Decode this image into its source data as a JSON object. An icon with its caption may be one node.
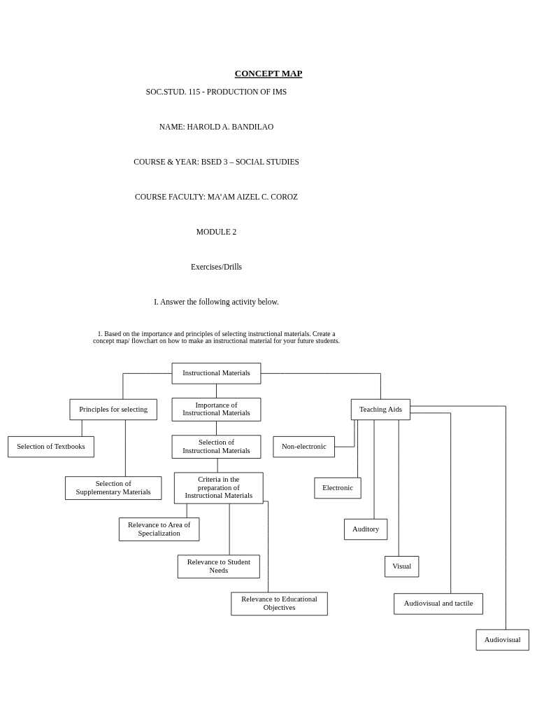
{
  "diagram": {
    "title": "CONCEPT MAP",
    "nodes": [
      {
        "text": [
          "Instructional Materials"
        ]
      },
      {
        "text": [
          "Principles for selecting"
        ]
      },
      {
        "text": [
          "Importance of Instructional Materials"
        ]
      },
      {
        "text": [
          "Teaching Aids"
        ]
      },
      {
        "text": [
          "Selection of Textbooks"
        ]
      },
      {
        "text": [
          "Selection of Supplementary Materials"
        ]
      },
      {
        "text": [
          "Selection of Instructional Materials"
        ]
      },
      {
        "text": [
          "Criteria in the preparation of Instructional Materials"
        ]
      },
      {
        "text": [
          "Relevance to Area of Specialization"
        ]
      },
      {
        "text": [
          "Relevance to Student Needs"
        ]
      },
      {
        "text": [
          "Relevance to Educational Objectives"
        ]
      },
      {
        "text": [
          "Non-electronic"
        ]
      },
      {
        "text": [
          "Electronic"
        ]
      },
      {
        "text": [
          "Auditory"
        ]
      },
      {
        "text": [
          "Visual"
        ]
      },
      {
        "text": [
          "Audiovisual and tactile"
        ]
      },
      {
        "text": [
          "Audiovisual"
        ]
      }
    ],
    "edges": [
      {
        "from": 0,
        "to": 1,
        "arrow": "none"
      },
      {
        "from": 0,
        "to": 2,
        "arrow": "none"
      },
      {
        "from": 0,
        "to": 3,
        "arrow": "none"
      },
      {
        "from": 1,
        "to": 4,
        "arrow": "none"
      },
      {
        "from": 1,
        "to": 5,
        "arrow": "none"
      },
      {
        "from": 2,
        "to": 6,
        "arrow": "none"
      },
      {
        "from": 6,
        "to": 7,
        "arrow": "none"
      },
      {
        "from": 7,
        "to": 8,
        "arrow": "none"
      },
      {
        "from": 7,
        "to": 9,
        "arrow": "none"
      },
      {
        "from": 7,
        "to": 10,
        "arrow": "none"
      },
      {
        "from": 3,
        "to": 11,
        "arrow": "none"
      },
      {
        "from": 3,
        "to": 12,
        "arrow": "none"
      },
      {
        "from": 3,
        "to": 13,
        "arrow": "none"
      },
      {
        "from": 3,
        "to": 14,
        "arrow": "none"
      },
      {
        "from": 3,
        "to": 15,
        "arrow": "none"
      },
      {
        "from": 3,
        "to": 16,
        "arrow": "none"
      }
    ],
    "labels": [
      "SOC.STUD. 115 - PRODUCTION OF IMS",
      "NAME: HAROLD A. BANDILAO",
      "COURSE & YEAR: BSED 3 – SOCIAL STUDIES",
      "COURSE FACULTY: MA’AM AIZEL C. COROZ",
      "MODULE 2",
      "Exercises/Drills",
      "I. Answer the following activity below.",
      "1. Based on the importance and principles of selecting instructional materials. Create a concept map/ flowchart on how to make an instructional material for your future students."
    ]
  }
}
